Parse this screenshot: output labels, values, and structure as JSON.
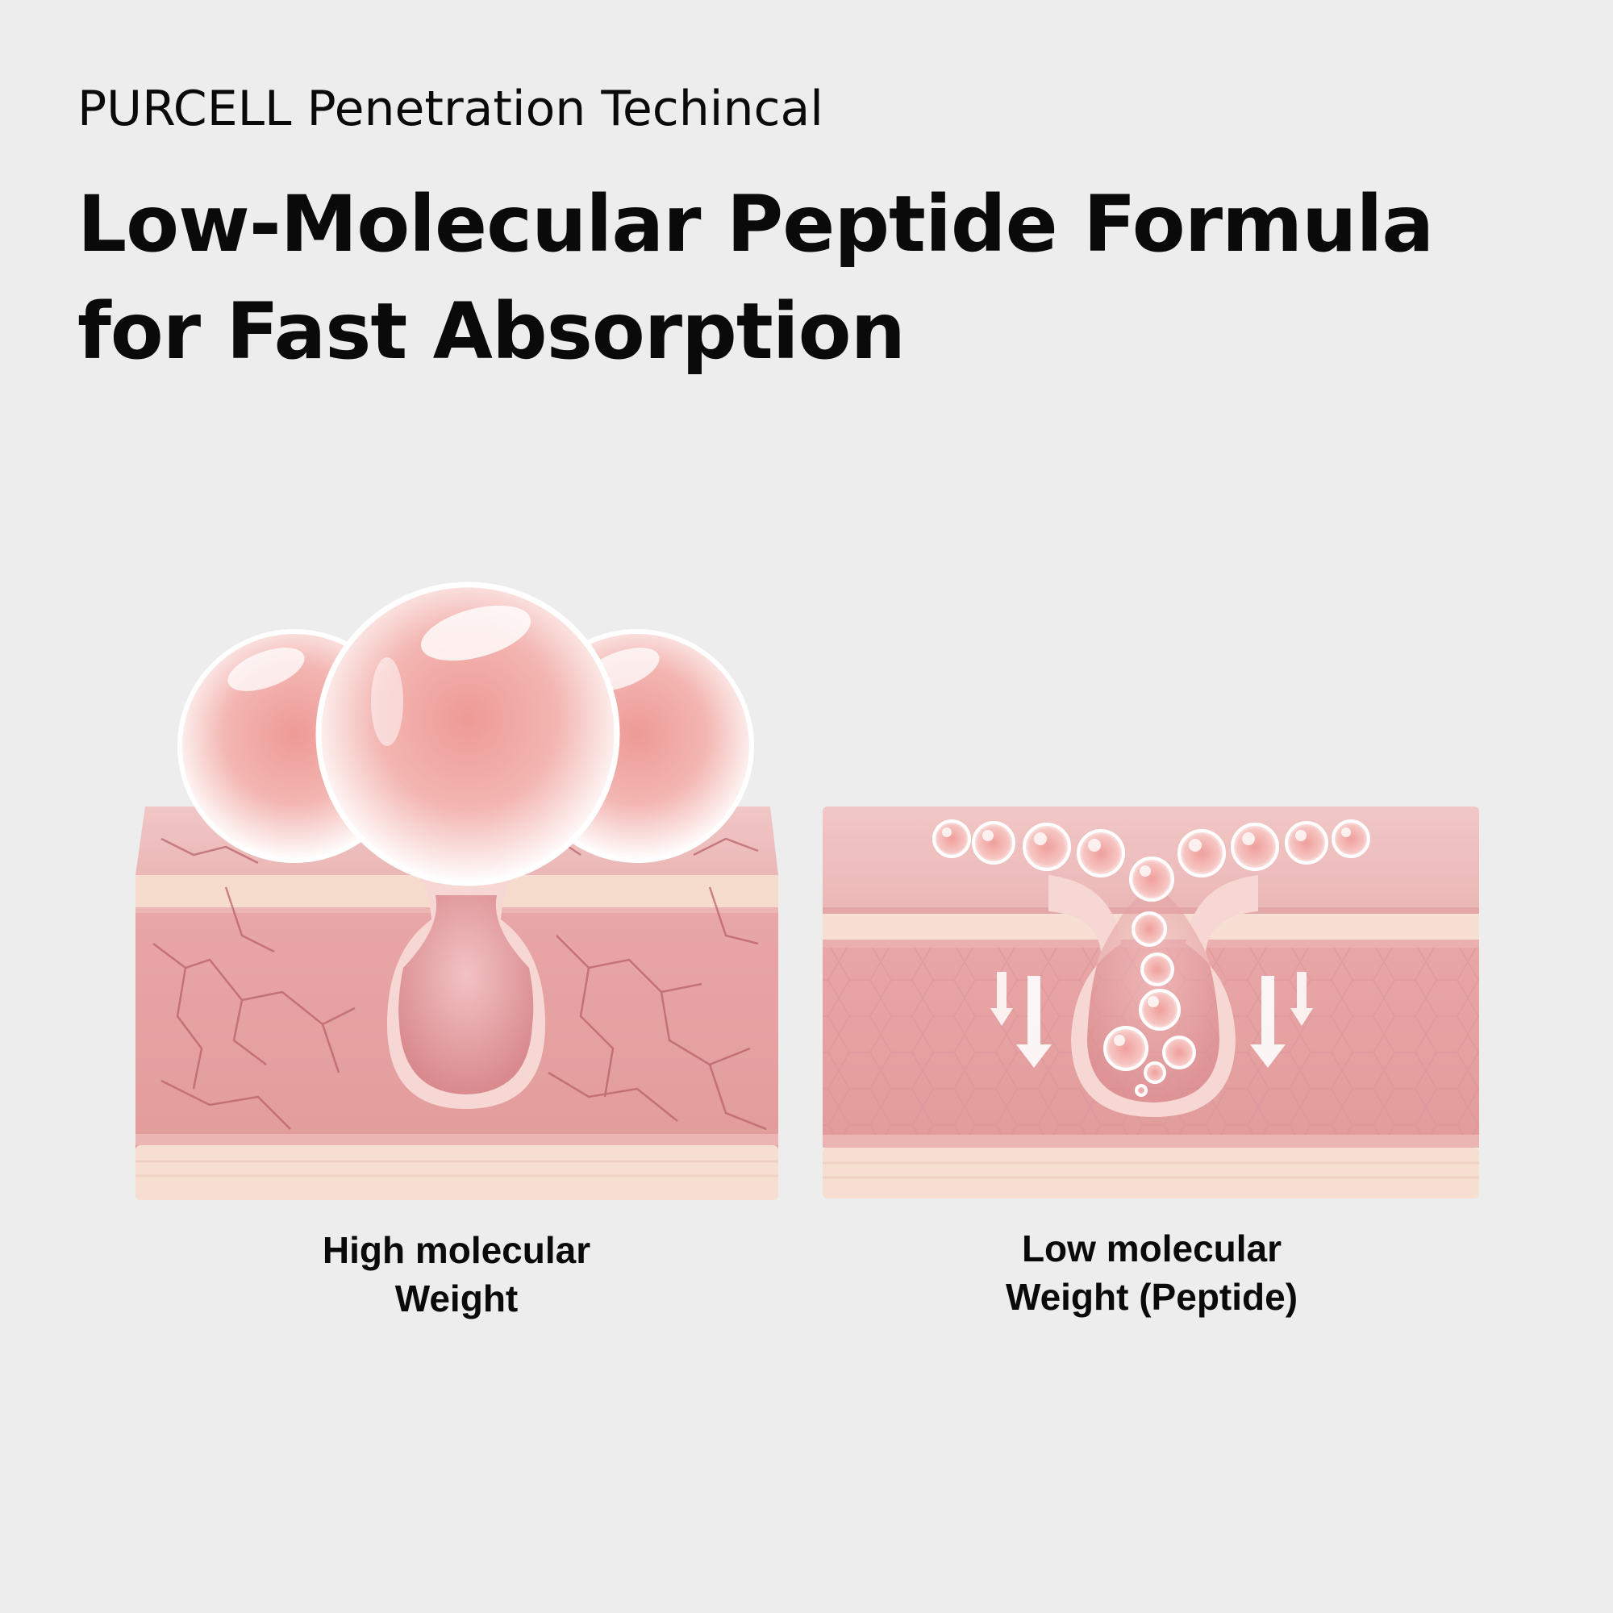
{
  "header": {
    "kicker": "PURCELL Penetration Techincal",
    "title_line1": "Low-Molecular Peptide Formula",
    "title_line2": "for Fast Absorption"
  },
  "panels": [
    {
      "caption_line1": "High molecular",
      "caption_line2": "Weight",
      "icon": "skin-cross-section-large-molecules"
    },
    {
      "caption_line1": "Low molecular",
      "caption_line2": "Weight (Peptide)",
      "icon": "skin-cross-section-small-molecules"
    }
  ],
  "colors": {
    "background": "#ededed",
    "skin_top": "#f0c4c4",
    "skin_mid": "#e9a8a8",
    "skin_base": "#f7e1d4",
    "molecule": "#ef9d9a"
  }
}
